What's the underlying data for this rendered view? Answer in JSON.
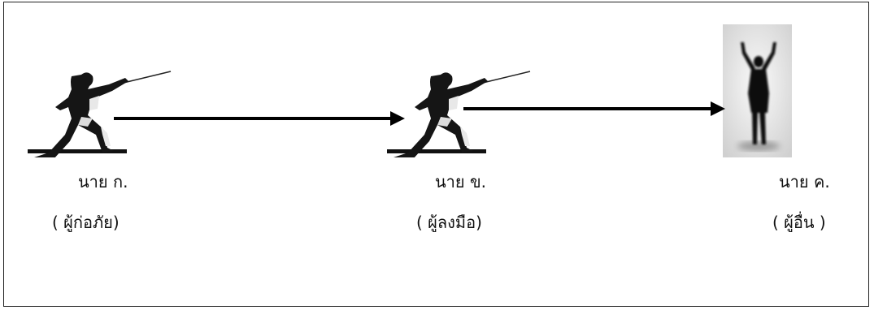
{
  "parties": [
    {
      "name": "นาย ก.",
      "role": "( ผู้ก่อภัย)"
    },
    {
      "name": "นาย ข.",
      "role": "( ผู้ลงมือ)"
    },
    {
      "name": "นาย ค.",
      "role": "( ผู้อื่น )"
    }
  ],
  "icons": {
    "fencer_a": "fencer-icon",
    "fencer_b": "fencer-icon",
    "person_c": "person-arms-raised-icon"
  }
}
